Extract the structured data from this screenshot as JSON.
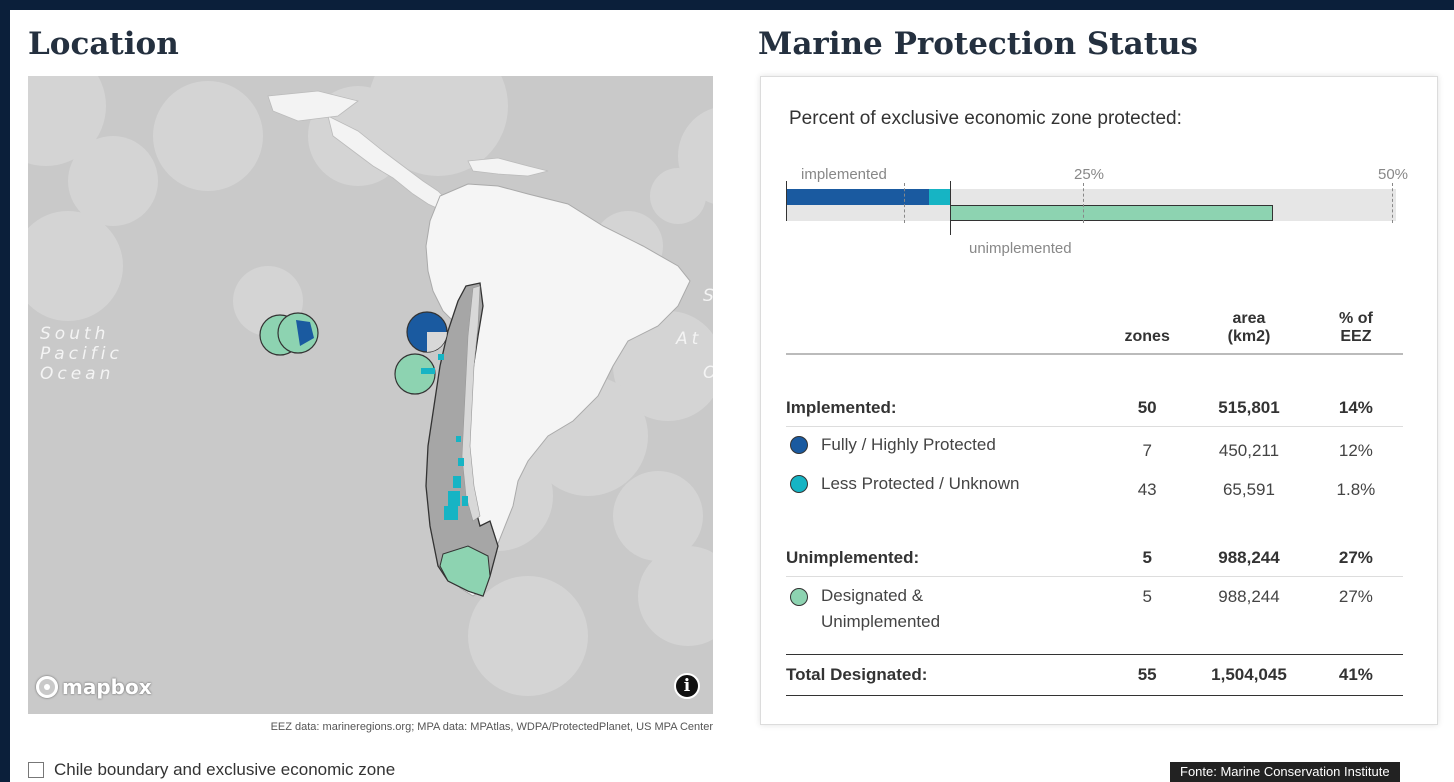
{
  "location": {
    "title": "Location",
    "ocean_label": "South\nPacific\nOcean",
    "atlantic_label": "At",
    "atlantic_fragment": "S",
    "atlantic_fragment2": "O",
    "mapbox_text": "mapbox",
    "info_icon": "info-icon",
    "attribution": "EEZ data: marineregions.org; MPA data: MPAtlas, WDPA/ProtectedPlanet, US MPA Center",
    "eez_toggle_label": "Chile boundary and exclusive economic zone",
    "eez_toggle_checked": false
  },
  "status": {
    "title": "Marine Protection Status",
    "bar": {
      "title": "Percent of exclusive economic zone protected:",
      "label_implemented": "implemented",
      "label_25": "25%",
      "label_50": "50%",
      "label_unimplemented": "unimplemented",
      "fully_percent": 12,
      "less_percent": 1.8,
      "unimplemented_percent": 27,
      "max_percent": 50
    },
    "table": {
      "headers": {
        "zones": "zones",
        "area": "area\n(km2)",
        "pct": "% of\nEEZ"
      },
      "implemented": {
        "label": "Implemented:",
        "zones": "50",
        "area": "515,801",
        "pct": "14%"
      },
      "fully": {
        "label": "Fully / Highly Protected",
        "zones": "7",
        "area": "450,211",
        "pct": "12%"
      },
      "less": {
        "label": "Less Protected / Unknown",
        "zones": "43",
        "area": "65,591",
        "pct": "1.8%"
      },
      "unimplemented": {
        "label": "Unimplemented:",
        "zones": "5",
        "area": "988,244",
        "pct": "27%"
      },
      "designated": {
        "label": "Designated &\nUnimplemented",
        "zones": "5",
        "area": "988,244",
        "pct": "27%"
      },
      "total": {
        "label": "Total Designated:",
        "zones": "55",
        "area": "1,504,045",
        "pct": "41%"
      }
    }
  },
  "colors": {
    "fully": "#1a5aa0",
    "less": "#16b4c4",
    "unimplemented": "#8dd3b1",
    "frame": "#0b1f3a"
  },
  "source_credit": "Fonte: Marine Conservation Institute"
}
